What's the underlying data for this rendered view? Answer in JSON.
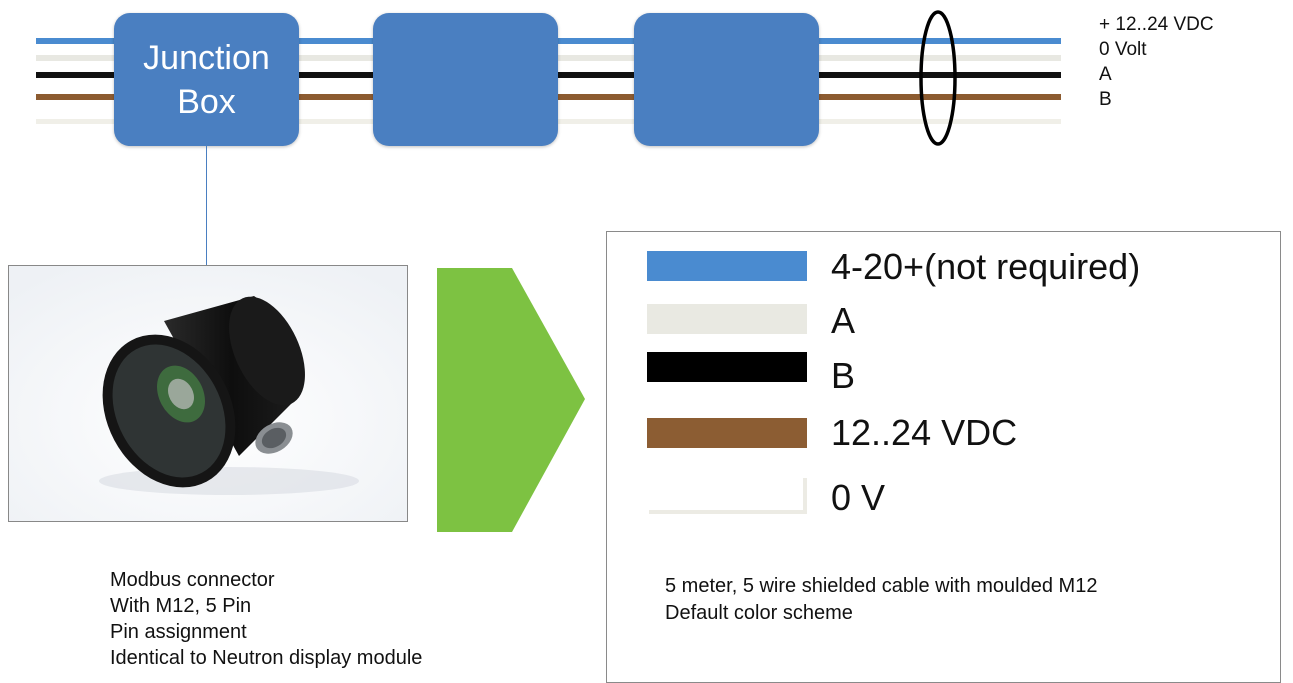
{
  "bus": {
    "wire_colors": [
      "#4a8bd0",
      "#e8e8e2",
      "#111111",
      "#8c5b30",
      "#f0efe8"
    ],
    "labels": [
      "+ 12..24 VDC",
      "0 Volt",
      "A",
      "B"
    ]
  },
  "junction_box": {
    "title_line1": "Junction",
    "title_line2": "Box",
    "fill": "#4a7fc1"
  },
  "arrow": {
    "color": "#7dc242"
  },
  "legend": {
    "items": [
      {
        "label": "4-20+(not required)",
        "color": "#4a8bd0"
      },
      {
        "label": "A",
        "color": "#e9e9e2"
      },
      {
        "label": "B",
        "color": "#000000"
      },
      {
        "label": "12..24 VDC",
        "color": "#8c5d33"
      },
      {
        "label": "0 V",
        "color": "#f3f2ec"
      }
    ],
    "caption_line1": "5 meter, 5 wire shielded cable with moulded M12",
    "caption_line2": "Default color scheme"
  },
  "connector_caption": {
    "line1": "Modbus connector",
    "line2": "With M12, 5 Pin",
    "line3": "Pin assignment",
    "line4": "Identical to Neutron display module"
  }
}
